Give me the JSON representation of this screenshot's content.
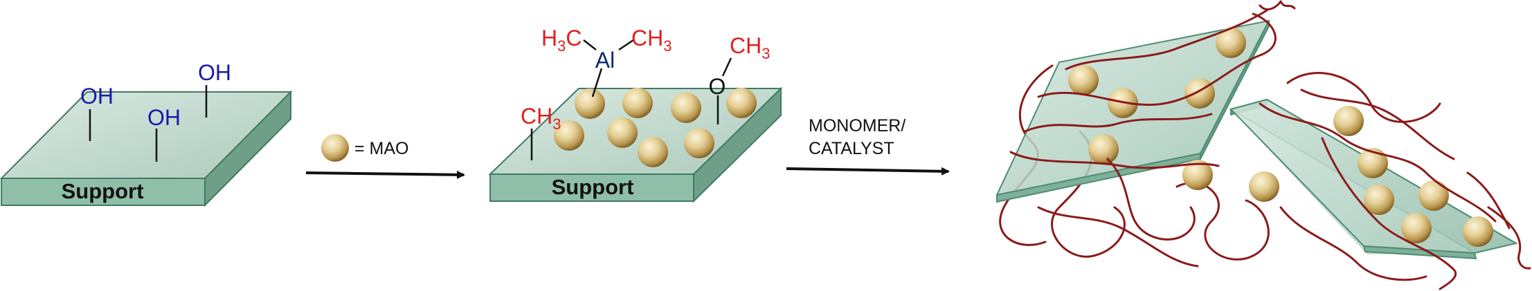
{
  "colors": {
    "slab_top": "#c9ddd4",
    "slab_front": "#8fbea9",
    "slab_side": "#6f9f88",
    "slab_edge": "#3f7a62",
    "hydroxyl": "#1a1aa8",
    "methyl": "#e01e1e",
    "aluminum": "#0d2a6e",
    "oxygen": "#111111",
    "polymer": "#8b1a1a",
    "arrow": "#111111",
    "bead_light": "#fbf3d8",
    "bead_mid": "#d8bd78",
    "bead_dark": "#8a6a2a"
  },
  "panel1": {
    "support_label": "Support",
    "hydroxyl_1": "OH",
    "hydroxyl_2": "OH",
    "hydroxyl_3": "OH"
  },
  "legend": {
    "mao_label": "= MAO",
    "icon": "mao-sphere-icon"
  },
  "panel2": {
    "support_label": "Support",
    "aluminum": "Al",
    "oxygen": "O",
    "methyl_left": {
      "base": "H",
      "subscript": "3",
      "tail": "C"
    },
    "methyl_right": {
      "base": "CH",
      "subscript": "3"
    },
    "methoxy": {
      "base": "CH",
      "subscript": "3"
    },
    "surface_methyl": {
      "base": "CH",
      "subscript": "3"
    }
  },
  "arrow2": {
    "label_line1": "MONOMER/",
    "label_line2": "CATALYST"
  }
}
